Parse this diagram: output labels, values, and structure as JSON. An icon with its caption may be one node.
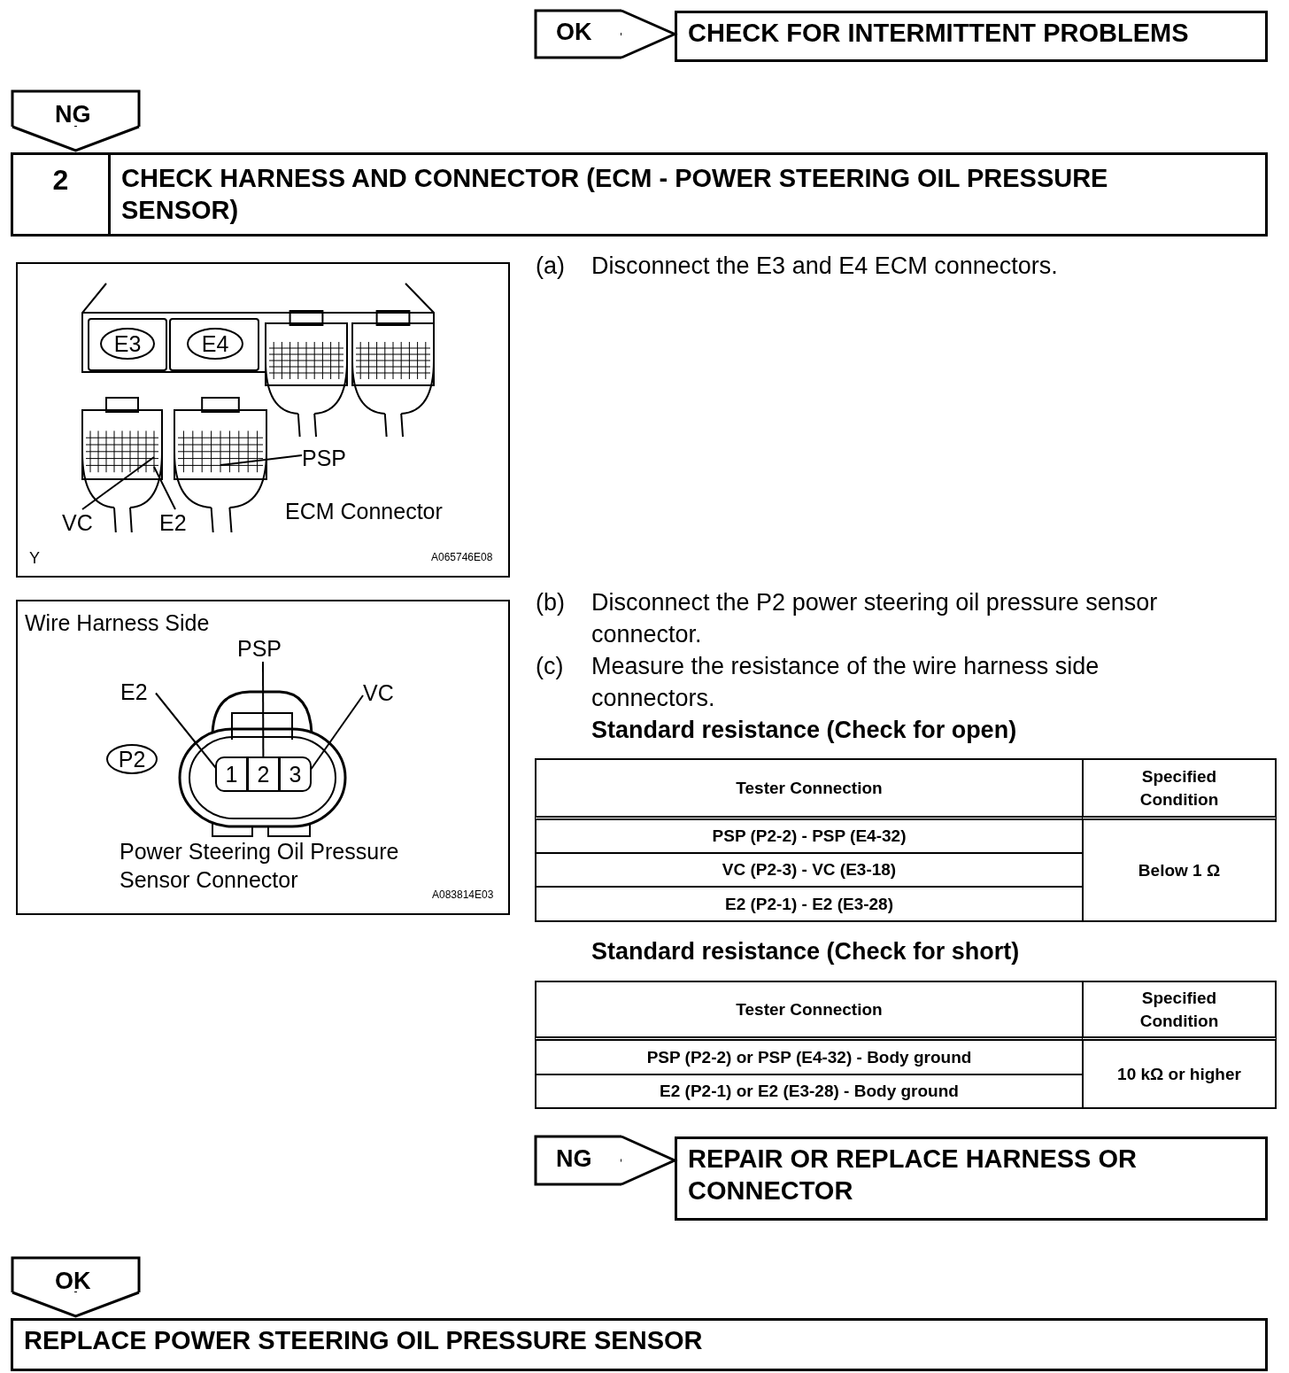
{
  "diagram": {
    "nodes": [
      {
        "text": [
          "CHECK FOR INTERMITTENT PROBLEMS"
        ]
      },
      {
        "text": [
          "2",
          "CHECK HARNESS AND CONNECTOR (ECM - POWER STEERING OIL PRESSURE SENSOR)"
        ]
      },
      {
        "text": [
          "E3"
        ]
      },
      {
        "text": [
          "E4"
        ]
      },
      {
        "text": [
          "VC"
        ]
      },
      {
        "text": [
          "E2"
        ]
      },
      {
        "text": [
          "PSP"
        ]
      },
      {
        "text": [
          "P2"
        ]
      },
      {
        "text": [
          "E2"
        ]
      },
      {
        "text": [
          "PSP"
        ]
      },
      {
        "text": [
          "VC"
        ]
      },
      {
        "text": [
          "1"
        ]
      },
      {
        "text": [
          "2"
        ]
      },
      {
        "text": [
          "3"
        ]
      },
      {
        "text": [
          "REPAIR OR REPLACE HARNESS OR CONNECTOR"
        ]
      },
      {
        "text": [
          "REPLACE POWER STEERING OIL PRESSURE SENSOR"
        ]
      }
    ],
    "edges": [
      {
        "from": null,
        "to": 0,
        "arrow": "to",
        "label": "OK"
      },
      {
        "from": null,
        "to": 1,
        "arrow": "to",
        "label": "NG"
      },
      {
        "from": 4,
        "to": null,
        "arrow": "none"
      },
      {
        "from": 5,
        "to": null,
        "arrow": "none"
      },
      {
        "from": 6,
        "to": null,
        "arrow": "none"
      },
      {
        "from": 8,
        "to": 11,
        "arrow": "none"
      },
      {
        "from": 9,
        "to": 12,
        "arrow": "none"
      },
      {
        "from": 10,
        "to": 13,
        "arrow": "none"
      },
      {
        "from": null,
        "to": 14,
        "arrow": "to",
        "label": "NG"
      },
      {
        "from": null,
        "to": 15,
        "arrow": "to",
        "label": "OK"
      }
    ],
    "labels": [
      "(a)",
      "Disconnect the E3 and E4 ECM connectors.",
      "Y",
      "ECM Connector",
      "A065746E08",
      "(b)",
      "Disconnect the P2 power steering oil pressure sensor connector.",
      "(c)",
      "Measure the resistance of the wire harness side connectors.",
      "Standard resistance (Check for open)",
      "Wire Harness Side",
      "Power Steering Oil Pressure Sensor Connector",
      "A083814E03",
      "Tester Connection",
      "Specified Condition",
      "PSP (P2-2) - PSP (E4-32)",
      "Below 1 Ω",
      "VC (P2-3) - VC (E3-18)",
      "E2 (P2-1) - E2 (E3-28)",
      "Standard resistance (Check for short)",
      "Tester Connection",
      "Specified Condition",
      "PSP (P2-2) or PSP (E4-32) - Body ground",
      "10 kΩ or higher",
      "E2 (P2-1) or E2 (E3-28) - Body ground"
    ]
  }
}
